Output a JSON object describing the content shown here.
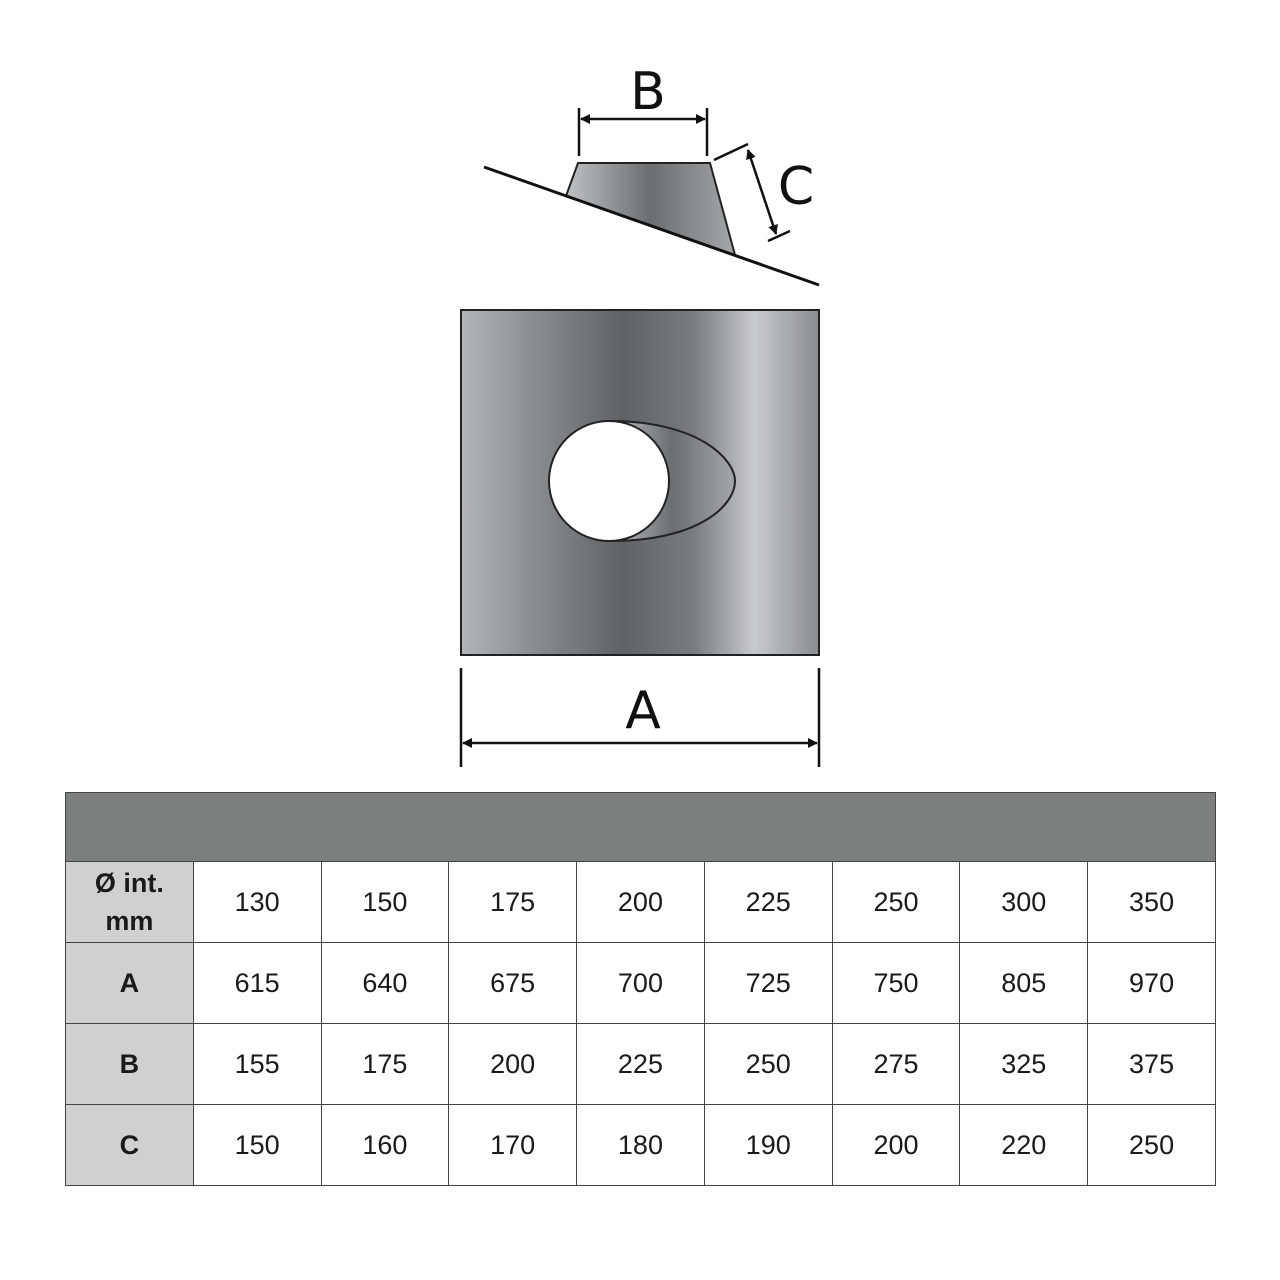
{
  "diagram": {
    "labels": {
      "a": "A",
      "b": "B",
      "c": "C"
    },
    "colors": {
      "metal_dark": "#5f6366",
      "metal_light": "#c8cbcd",
      "header_bg": "#7b7f80",
      "row_head_bg": "#d0d0d0"
    }
  },
  "table": {
    "rows": [
      {
        "head_line1": "Ø int.",
        "head_line2": "mm",
        "values": [
          "130",
          "150",
          "175",
          "200",
          "225",
          "250",
          "300",
          "350"
        ]
      },
      {
        "head_line1": "A",
        "head_line2": "",
        "values": [
          "615",
          "640",
          "675",
          "700",
          "725",
          "750",
          "805",
          "970"
        ]
      },
      {
        "head_line1": "B",
        "head_line2": "",
        "values": [
          "155",
          "175",
          "200",
          "225",
          "250",
          "275",
          "325",
          "375"
        ]
      },
      {
        "head_line1": "C",
        "head_line2": "",
        "values": [
          "150",
          "160",
          "170",
          "180",
          "190",
          "200",
          "220",
          "250"
        ]
      }
    ]
  }
}
